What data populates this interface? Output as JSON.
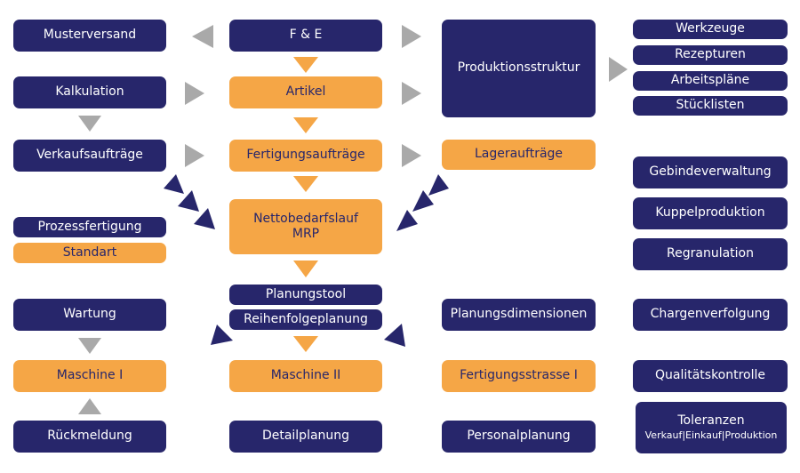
{
  "colors": {
    "navy": "#27266b",
    "orange": "#f5a646",
    "gray": "#a9a9a9"
  },
  "boxes": {
    "musterversand": "Musterversand",
    "fe": "F & E",
    "produktionsstruktur": "Produktionsstruktur",
    "werkzeuge": "Werkzeuge",
    "rezepturen": "Rezepturen",
    "arbeitsplaene": "Arbeitspläne",
    "stuecklisten": "Stücklisten",
    "kalkulation": "Kalkulation",
    "artikel": "Artikel",
    "verkaufsauftraege": "Verkaufsaufträge",
    "fertigungsauftraege": "Fertigungsaufträge",
    "lagerauftraege": "Lageraufträge",
    "gebindeverwaltung": "Gebindeverwaltung",
    "kuppelproduktion": "Kuppelproduktion",
    "regranulation": "Regranulation",
    "nettobedarfslauf_line1": "Nettobedarfslauf",
    "nettobedarfslauf_line2": "MRP",
    "prozessfertigung": "Prozessfertigung",
    "standart": "Standart",
    "planungstool": "Planungstool",
    "reihenfolgeplanung": "Reihenfolgeplanung",
    "wartung": "Wartung",
    "planungsdimensionen": "Planungsdimensionen",
    "chargenverfolgung": "Chargenverfolgung",
    "maschine1": "Maschine I",
    "maschine2": "Maschine II",
    "fertigungsstrasse": "Fertigungsstrasse I",
    "qualitaetskontrolle": "Qualitätskontrolle",
    "rueckmeldung": "Rückmeldung",
    "detailplanung": "Detailplanung",
    "personalplanung": "Personalplanung",
    "toleranzen": "Toleranzen",
    "toleranzen_sub": "Verkauf|Einkauf|Produktion"
  }
}
